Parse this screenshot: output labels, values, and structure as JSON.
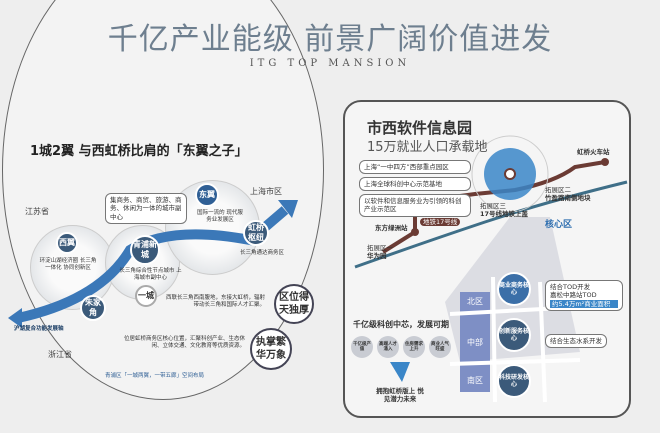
{
  "header": {
    "title": "千亿产业能级  前景广阔价值进发",
    "subtitle": "ITG TOP MANSION"
  },
  "left": {
    "heading": "1城2翼 与西虹桥比肩的「东翼之子」",
    "regions": {
      "jiangsu": "江苏省",
      "zhejiang": "浙江省",
      "shanghai": "上海市区"
    },
    "nodes": {
      "west": "西翼",
      "qingpu": "青浦新城",
      "east": "东翼",
      "hongqiao": "虹桥枢纽",
      "zhujiajiao": "朱家角",
      "onecity": "一城"
    },
    "callout": "集商务、商贸、旅游、商务、休闲为一体的城市副中心",
    "west_desc": "环淀山湖经济圈 长三角一体化 协同创新区",
    "east_desc": "国际一流的 现代服务业发展区",
    "qingpu_desc": "长三角综合性节点城市 上海城市副中心",
    "hongqiao_desc": "长三角通达商务区",
    "arrow_label": "沪湖复合功能发展轴",
    "desc1": "西联长三角西南腹地，东接大虹桥，辐射带动长三角和国际人才汇聚。",
    "desc2": "位居虹桥商务区核心位置，汇聚科创产业、生态休闲、立体交通、文化教育等优质资源。",
    "badge1": "区位得天独厚",
    "badge2": "执掌繁华万象",
    "footnote": "青浦区「一城两翼，一带五廊」空间布局"
  },
  "right": {
    "title": "市西软件信息园",
    "subtitle": "15万就业人口承载地",
    "tags": [
      "上海“一中四方”西部重点园区",
      "上海全球科创中心示范基地",
      "以软件和信息服务业为引领的科创产业示范区"
    ],
    "zone2": {
      "name": "拓展区二",
      "desc": "竹盈路南侧地块"
    },
    "zone3": {
      "name": "拓展区三",
      "desc": "17号线地铁上盖"
    },
    "zone1": {
      "name": "拓展区一",
      "desc": "华为园"
    },
    "stations": {
      "dongfang": "东方绿洲站",
      "hongqiao": "虹桥火车站",
      "line": "地铁17号线",
      "center": "核心区"
    },
    "districts": {
      "north": "北区",
      "middle": "中部",
      "south": "南区"
    },
    "cores": [
      "商业商务核心",
      "创新服务核心",
      "科技研发核心"
    ],
    "tod": [
      "结合TOD开发",
      "嘉松中路站TOD",
      "约5.4万m²商业面积"
    ],
    "eco": "结合生态水系开发",
    "headline": "千亿级科创中芯，发展可期",
    "chips": [
      "千亿级产值",
      "高端人才涌入",
      "住房需求上升",
      "商业人气旺盛"
    ],
    "funnel_text": "拥抱虹桥版上 悦见潜力未来"
  }
}
